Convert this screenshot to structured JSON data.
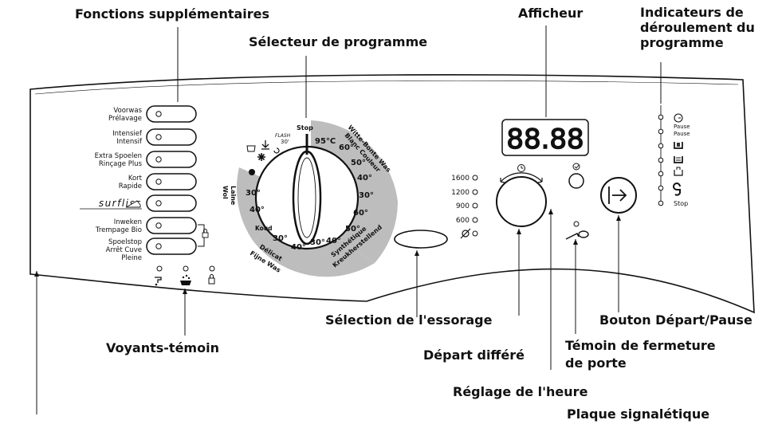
{
  "callouts": {
    "extra_functions": "Fonctions supplémentaires",
    "program_selector": "Sélecteur de programme",
    "display": "Afficheur",
    "progress_indicators": [
      "Indicateurs de",
      "déroulement du",
      "programme"
    ],
    "spin_selection": "Sélection de l'essorage",
    "warning_lights": "Voyants-témoin",
    "delayed_start": "Départ différé",
    "start_pause_button": "Bouton Départ/Pause",
    "door_lock_indicator": [
      "Témoin de fermeture",
      "de porte"
    ],
    "clock_setting": "Réglage de l'heure",
    "rating_plate": "Plaque signalétique"
  },
  "option_buttons": [
    {
      "line1": "Voorwas",
      "line2": "Prélavage"
    },
    {
      "line1": "Intensief",
      "line2": "Intensif"
    },
    {
      "line1": "Extra Spoelen",
      "line2": "Rinçage Plus"
    },
    {
      "line1": "Kort",
      "line2": "Rapide"
    },
    {
      "line1": "surfliss",
      "line2": ""
    },
    {
      "line1": "Inweken",
      "line2": "Trempage Bio"
    },
    {
      "line1": "Spoelstop",
      "line2": "Arrêt Cuve",
      "line3": "Pleine"
    }
  ],
  "dial": {
    "stop": "Stop",
    "flash": "FLASH",
    "flash_time": "30'",
    "temp_95": "95°C",
    "temps_white": [
      "60°",
      "50°",
      "40°",
      "30°"
    ],
    "white_label_1": "Witte-Bonte Was",
    "white_label_2": "Blanc Couleur",
    "temps_synth": [
      "60°",
      "50°",
      "40°",
      "30°"
    ],
    "synth_label_1": "Synthétique",
    "synth_label_2": "Kreukherstellend",
    "temps_delicate": [
      "30°",
      "40°"
    ],
    "koud": "Koud",
    "delicate_label_1": "Délicat",
    "delicate_label_2": "Fijne Was",
    "temps_wool": [
      "30°",
      "40°"
    ],
    "wool_label_1": "Laine",
    "wool_label_2": "Wol"
  },
  "spin_speeds": [
    "1600",
    "1200",
    "900",
    "600"
  ],
  "display_digits": "88.88",
  "progress_steps": [
    "Pause",
    "Pause",
    "Stop"
  ],
  "colors": {
    "dial_segment": "#bdbdbd",
    "outline": "#111111"
  }
}
